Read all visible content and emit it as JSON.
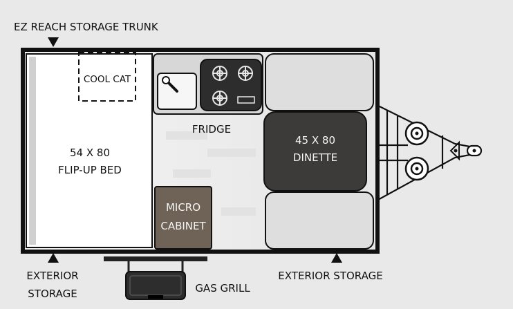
{
  "labels": {
    "trunk": "EZ REACH STORAGE TRUNK",
    "cool_cat": "COOL CAT",
    "fridge": "FRIDGE",
    "bed_line1": "54 X 80",
    "bed_line2": "FLIP-UP BED",
    "dinette_line1": "45 X 80",
    "dinette_line2": "DINETTE",
    "micro_line1": "MICRO",
    "micro_line2": "CABINET",
    "ext_storage_left_line1": "EXTERIOR",
    "ext_storage_left_line2": "STORAGE",
    "ext_storage_right": "EXTERIOR STORAGE",
    "gas_grill": "GAS GRILL"
  },
  "colors": {
    "background": "#e9e9e9",
    "wall": "#111111",
    "bed": "#ffffff",
    "dinette": "#3c3b39",
    "micro_cabinet": "#6f6357",
    "cushion": "#dedede",
    "floor": "#efefef"
  }
}
